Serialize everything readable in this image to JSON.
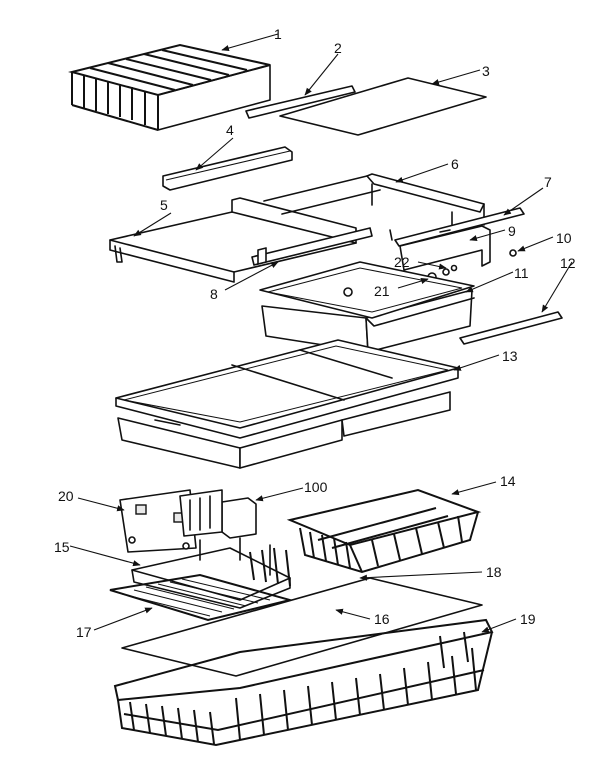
{
  "callouts": [
    "1",
    "2",
    "3",
    "4",
    "5",
    "6",
    "7",
    "8",
    "9",
    "10",
    "11",
    "12",
    "13",
    "14",
    "15",
    "16",
    "17",
    "18",
    "19",
    "20",
    "21",
    "22",
    "100"
  ],
  "colors": {
    "ink": "#111111",
    "paper": "#ffffff"
  }
}
